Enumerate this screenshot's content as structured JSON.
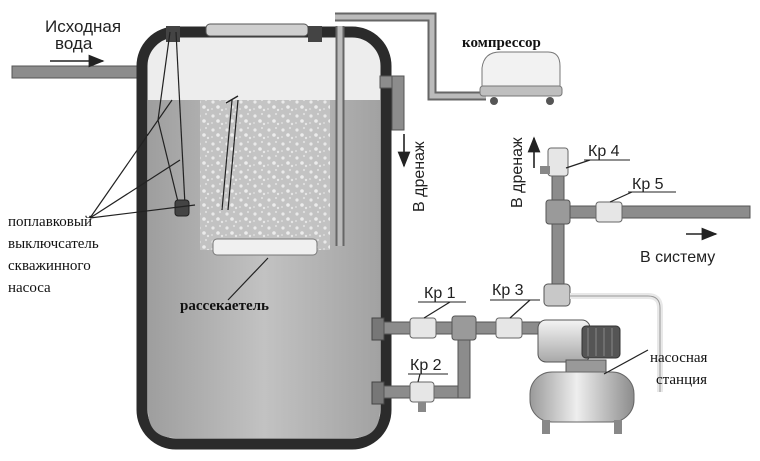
{
  "labels": {
    "source_water": [
      "Исходная",
      "вода"
    ],
    "compressor": "компрессор",
    "drain_left": "В дренаж",
    "drain_right": "В дренаж",
    "system": "В систему",
    "float_switch": [
      "поплавковый",
      "выключсатель",
      "скважинного",
      "насоса"
    ],
    "diffuser": "рассекаетель",
    "pump_station": [
      "насосная",
      "станция"
    ],
    "valve_1": "Кр 1",
    "valve_2": "Кр 2",
    "valve_3": "Кр 3",
    "valve_4": "Кр 4",
    "valve_5": "Кр 5"
  },
  "colors": {
    "tank_wall": "#2b2b2b",
    "water": "#b9b9b9",
    "air_bubbles": "#d9d9d9",
    "pipe": "#8c8c8c",
    "valve": "#e6e6e6"
  }
}
